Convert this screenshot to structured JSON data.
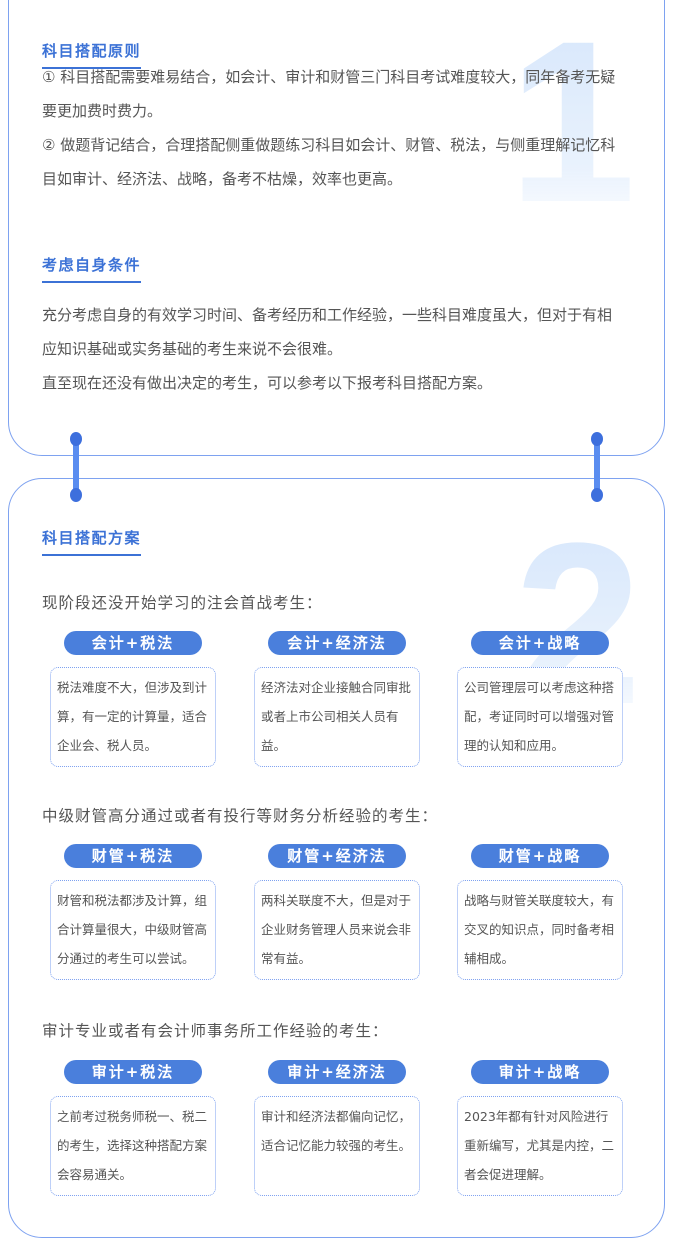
{
  "card1": {
    "big_number": "1",
    "sections": [
      {
        "title": "科目搭配原则",
        "paragraphs": [
          "①  科目搭配需要难易结合，如会计、审计和财管三门科目考试难度较大，同年备考无疑要更加费时费力。",
          "②   做题背记结合，合理搭配侧重做题练习科目如会计、财管、税法，与侧重理解记忆科目如审计、经济法、战略，备考不枯燥，效率也更高。"
        ]
      },
      {
        "title": "考虑自身条件",
        "paragraphs": [
          "充分考虑自身的有效学习时间、备考经历和工作经验，一些科目难度虽大，但对于有相应知识基础或实务基础的考生来说不会很难。",
          "直至现在还没有做出决定的考生，可以参考以下报考科目搭配方案。"
        ]
      }
    ]
  },
  "connectors": {
    "color": "#5a8df0",
    "dot_color": "#3d6fdd"
  },
  "card2": {
    "big_number": "2",
    "title": "科目搭配方案",
    "groups": [
      {
        "label": "现阶段还没开始学习的注会首战考生：",
        "combos": [
          {
            "name": "会计+税法",
            "desc": "税法难度不大，但涉及到计算，有一定的计算量，适合企业会、税人员。"
          },
          {
            "name": "会计+经济法",
            "desc": "经济法对企业接触合同审批或者上市公司相关人员有益。"
          },
          {
            "name": "会计+战略",
            "desc": "公司管理层可以考虑这种搭配，考证同时可以增强对管理的认知和应用。"
          }
        ]
      },
      {
        "label": "中级财管高分通过或者有投行等财务分析经验的考生：",
        "combos": [
          {
            "name": "财管+税法",
            "desc": "财管和税法都涉及计算，组合计算量很大，中级财管高分通过的考生可以尝试。"
          },
          {
            "name": "财管+经济法",
            "desc": "两科关联度不大，但是对于企业财务管理人员来说会非常有益。"
          },
          {
            "name": "财管+战略",
            "desc": "战略与财管关联度较大，有交叉的知识点，同时备考相辅相成。"
          }
        ]
      },
      {
        "label": "审计专业或者有会计师事务所工作经验的考生：",
        "combos": [
          {
            "name": "审计+税法",
            "desc": "之前考过税务师税一、税二的考生，选择这种搭配方案会容易通关。"
          },
          {
            "name": "审计+经济法",
            "desc": "审计和经济法都偏向记忆，适合记忆能力较强的考生。"
          },
          {
            "name": "审计+战略",
            "desc": "2023年都有针对风险进行重新编写，尤其是内控，二者会促进理解。"
          }
        ]
      }
    ]
  },
  "colors": {
    "accent": "#3c72d6",
    "pill": "#4a7fdc",
    "card_border": "#7ea2f0",
    "body_text": "#555555",
    "watermark": "#dbe9fb"
  }
}
